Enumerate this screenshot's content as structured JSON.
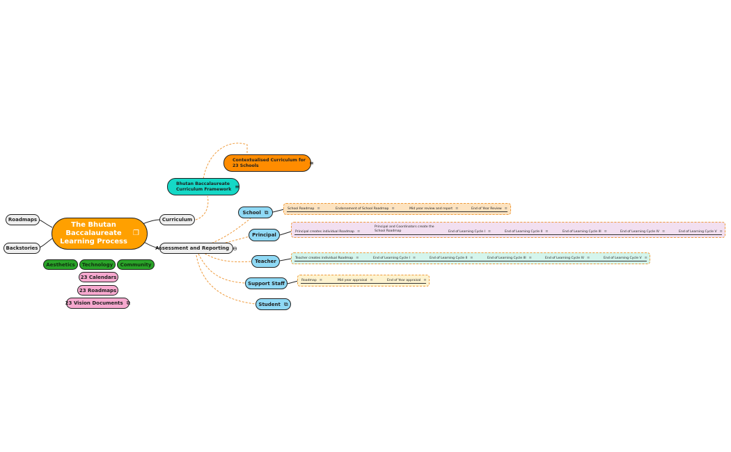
{
  "root": {
    "line1": "The Bhutan",
    "line2": "Baccalaureate",
    "line3": "Learning Process",
    "icon": "document-icon"
  },
  "left": {
    "roadmaps": "Roadmaps",
    "backstories": "Backstories"
  },
  "tags": {
    "aesthetics": "Aesthetics",
    "technology": "Technology",
    "community": "Community",
    "calendars": "23 Calendars",
    "roadmaps": "23 Roadmaps",
    "vision": "23 Vision Documents"
  },
  "curriculum": {
    "label": "Curriculum",
    "framework_l1": "Bhutan Baccalaureate",
    "framework_l2": "Curriculum Framework",
    "contextual_l1": "Contextualised Curriculum for",
    "contextual_l2": "23 Schools"
  },
  "assessment": {
    "label": "Assessment and Reporting",
    "collapse_symbol": "⊖"
  },
  "roles": {
    "school": "School",
    "principal": "Principal",
    "teacher": "Teacher",
    "support": "Support Staff",
    "student": "Student"
  },
  "school_items": [
    "School Roadmap",
    "Endorsement of School Roadmap",
    "Mid year review and report",
    "End of Year Review"
  ],
  "principal_items": [
    "Principal creates individual Roadmap",
    "Principal and Coordinators create the",
    "School Roadmap",
    "End of Learning Cycle I",
    "End of Learning Cycle II",
    "End of Learning Cycle III",
    "End of Learning Cycle IV",
    "End of Learning Cycle V"
  ],
  "teacher_items": [
    "Teacher creates individual Roadmap",
    "End of Learning Cycle I",
    "End of Learning Cycle II",
    "End of Learning Cycle III",
    "End of Learning Cycle IV",
    "End of Learning Cycle V"
  ],
  "support_items": [
    "Roadmap",
    "Mid year appraisal",
    "End of Year appraisal"
  ],
  "icons": {
    "notes": "≡",
    "link": "⧉",
    "doc": "❐"
  },
  "colors": {
    "root": "#ffa000",
    "role": "#8fd9f5",
    "school_box": "#fde3c0",
    "principal_box": "#f2dff0",
    "teacher_box": "#d4f5ec",
    "support_box": "#fdf3d0",
    "dash": "#ef9a3a"
  }
}
